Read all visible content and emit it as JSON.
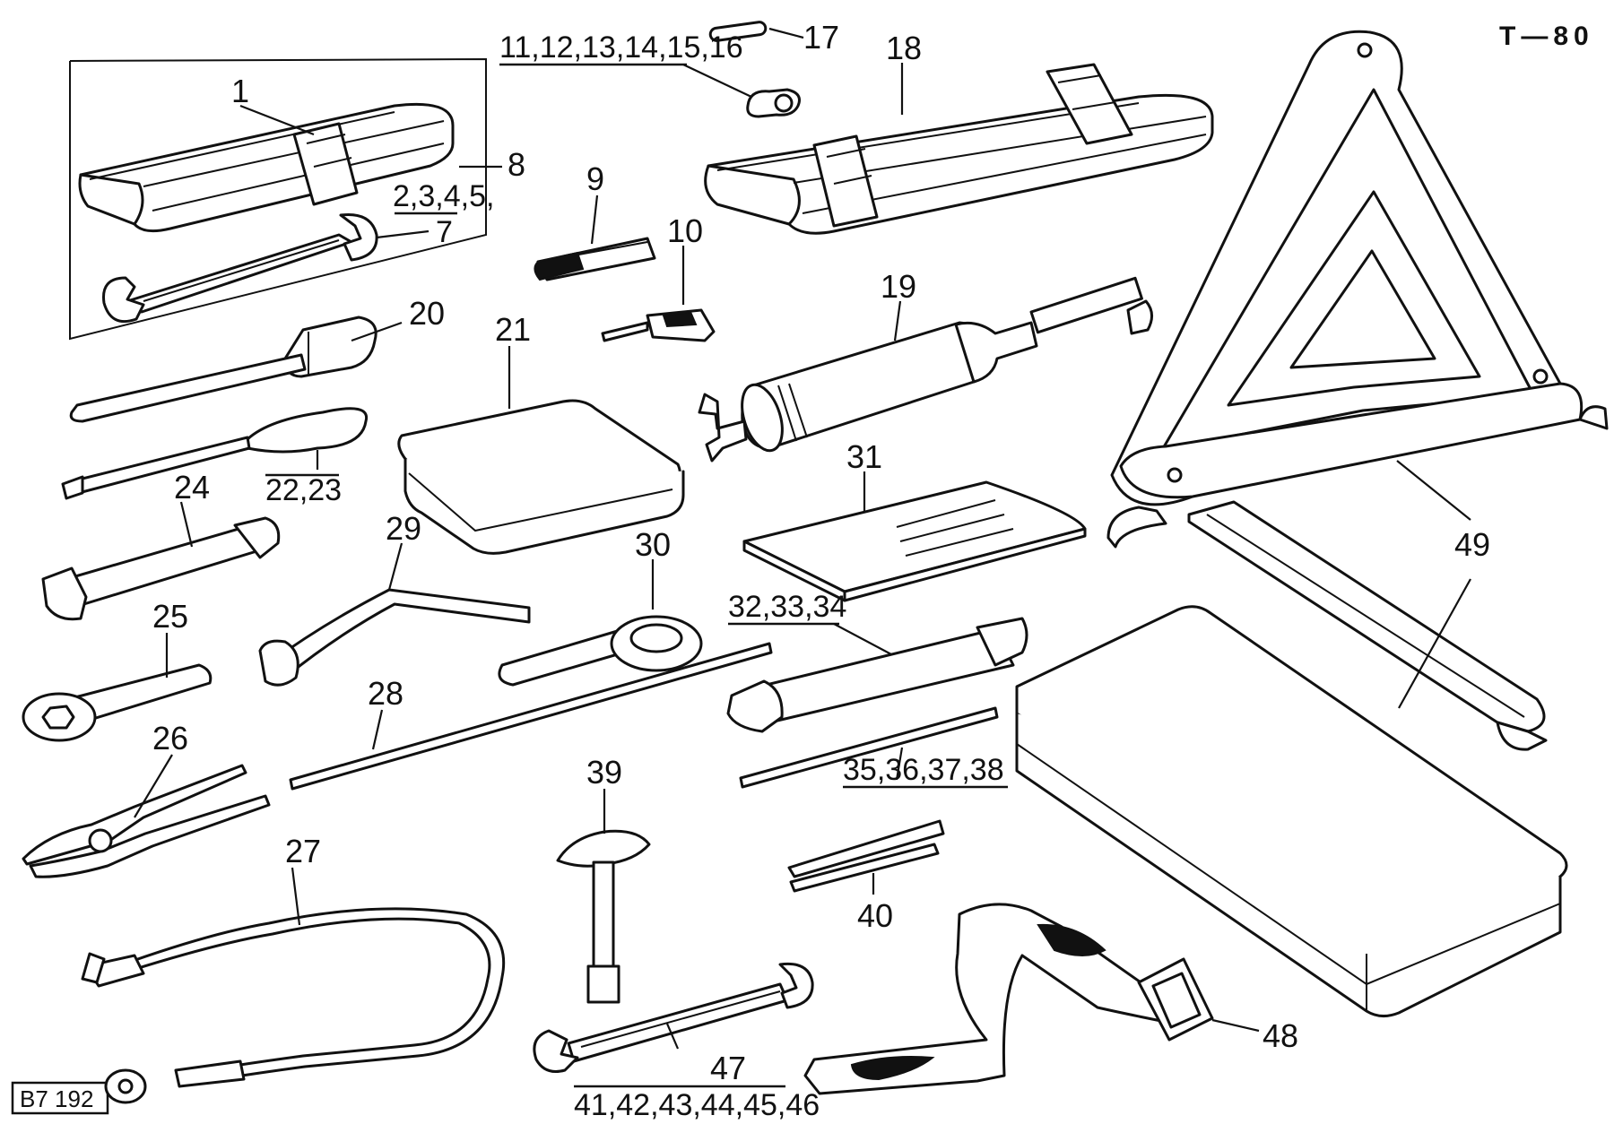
{
  "diagram": {
    "page_code": "T—80",
    "figure_ref": "B7 192",
    "callouts": [
      {
        "id": "c1",
        "label": "1"
      },
      {
        "id": "c8",
        "label": "8"
      },
      {
        "id": "c2345",
        "label": "2,3,4,5,"
      },
      {
        "id": "c7",
        "label": "7"
      },
      {
        "id": "c11_16",
        "label": "11,12,13,14,15,16"
      },
      {
        "id": "c17",
        "label": "17"
      },
      {
        "id": "c18",
        "label": "18"
      },
      {
        "id": "c9",
        "label": "9"
      },
      {
        "id": "c10",
        "label": "10"
      },
      {
        "id": "c19",
        "label": "19"
      },
      {
        "id": "c20",
        "label": "20"
      },
      {
        "id": "c21",
        "label": "21"
      },
      {
        "id": "c22_23",
        "label": "22,23"
      },
      {
        "id": "c31",
        "label": "31"
      },
      {
        "id": "c24",
        "label": "24"
      },
      {
        "id": "c29",
        "label": "29"
      },
      {
        "id": "c30",
        "label": "30"
      },
      {
        "id": "c25",
        "label": "25"
      },
      {
        "id": "c32_34",
        "label": "32,33,34"
      },
      {
        "id": "c28",
        "label": "28"
      },
      {
        "id": "c26",
        "label": "26"
      },
      {
        "id": "c39",
        "label": "39"
      },
      {
        "id": "c35_38",
        "label": "35,36,37,38"
      },
      {
        "id": "c27",
        "label": "27"
      },
      {
        "id": "c40",
        "label": "40"
      },
      {
        "id": "c47",
        "label": "47"
      },
      {
        "id": "c41_46",
        "label": "41,42,43,44,45,46"
      },
      {
        "id": "c48",
        "label": "48"
      },
      {
        "id": "c49",
        "label": "49"
      }
    ]
  }
}
